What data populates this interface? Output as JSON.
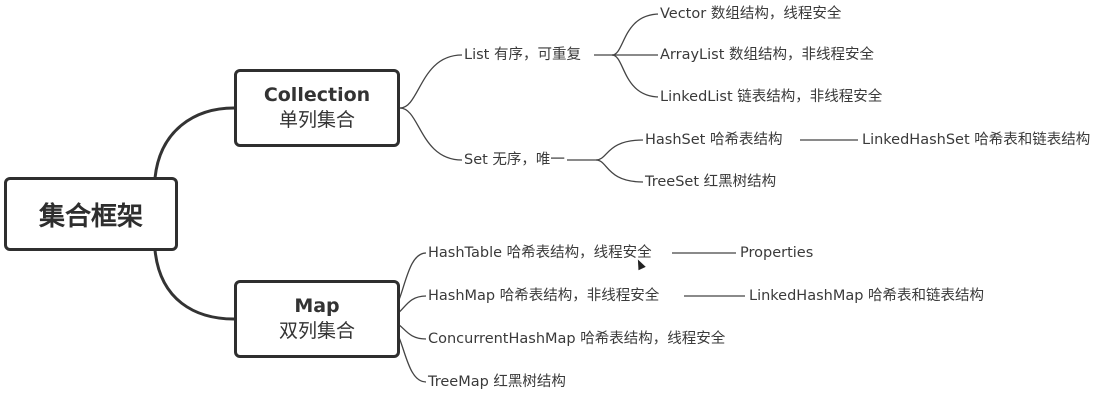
{
  "root": "集合框架",
  "collection": {
    "title": "Collection",
    "subtitle": "单列集合"
  },
  "map": {
    "title": "Map",
    "subtitle": "双列集合"
  },
  "list": {
    "label": "List 有序，可重复",
    "items": [
      "Vector 数组结构，线程安全",
      "ArrayList 数组结构，非线程安全",
      "LinkedList 链表结构，非线程安全"
    ]
  },
  "set": {
    "label": "Set 无序，唯一",
    "hashset": "HashSet 哈希表结构",
    "linkedhashset": "LinkedHashSet 哈希表和链表结构",
    "treeset": "TreeSet 红黑树结构"
  },
  "maps": {
    "hashtable": "HashTable 哈希表结构，线程安全",
    "properties": "Properties",
    "hashmap": "HashMap 哈希表结构，非线程安全",
    "linkedhashmap": "LinkedHashMap 哈希表和链表结构",
    "concurrent": "ConcurrentHashMap 哈希表结构，线程安全",
    "treemap": "TreeMap 红黑树结构"
  }
}
